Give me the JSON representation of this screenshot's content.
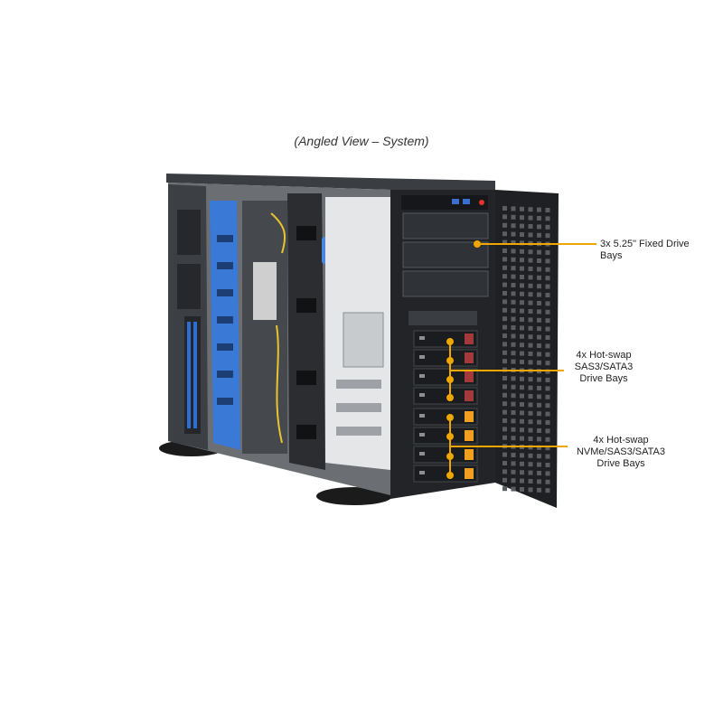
{
  "caption": "(Angled View – System)",
  "colors": {
    "chassis": "#1f2124",
    "side_panel": "#2a2c30",
    "interior": "#5f6266",
    "blue_parts": "#2d6fd0",
    "callout": "#f0a800",
    "drive_led_red": "#a23a3a",
    "drive_led_orange": "#f0a01e"
  },
  "callouts": {
    "fixed_bays": {
      "lines": [
        "3x 5.25\" Fixed Drive",
        "Bays"
      ]
    },
    "sas_bays": {
      "lines": [
        "4x Hot-swap",
        "SAS3/SATA3",
        "Drive Bays"
      ]
    },
    "nvme_bays": {
      "lines": [
        "4x Hot-swap",
        "NVMe/SAS3/SATA3",
        "Drive Bays"
      ]
    }
  }
}
